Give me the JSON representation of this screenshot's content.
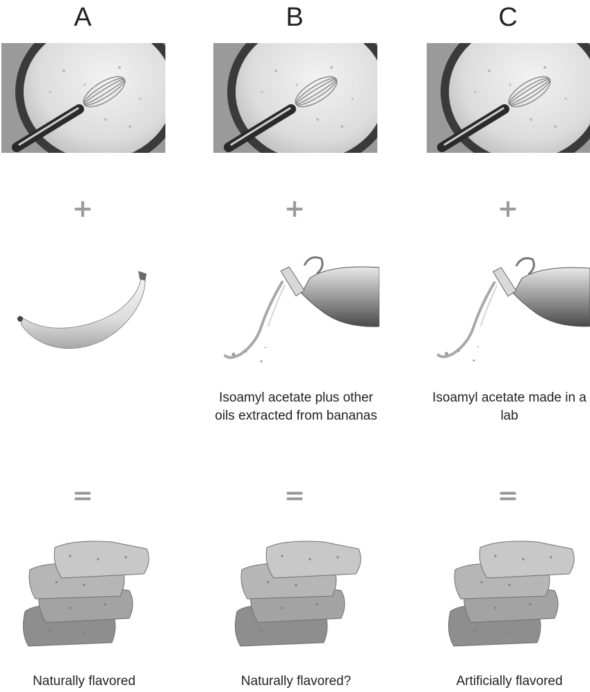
{
  "columns": [
    {
      "letter": "A",
      "operator_top": "+",
      "ingredient_icon": "banana-icon",
      "ingredient_caption": "",
      "operator_bottom": "=",
      "result": "Naturally flavored"
    },
    {
      "letter": "B",
      "operator_top": "+",
      "ingredient_icon": "oil-bottle-icon",
      "ingredient_caption": "Isoamyl acetate plus other oils extracted from bananas",
      "operator_bottom": "=",
      "result": "Naturally flavored?"
    },
    {
      "letter": "C",
      "operator_top": "+",
      "ingredient_icon": "oil-bottle-icon",
      "ingredient_caption": "Isoamyl acetate made in a lab",
      "operator_bottom": "=",
      "result": "Artificially flavored"
    }
  ],
  "colors": {
    "operator": "#9b9b9b",
    "text": "#222222"
  }
}
